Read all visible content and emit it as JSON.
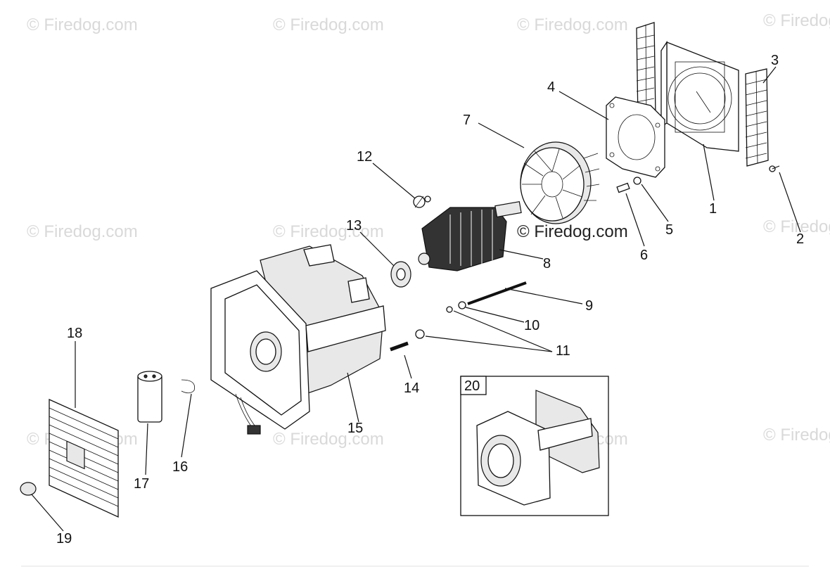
{
  "watermark": "© Firedog.com",
  "center_watermark": "© Firedog.com",
  "callouts": [
    "1",
    "2",
    "3",
    "4",
    "5",
    "6",
    "7",
    "8",
    "9",
    "10",
    "11",
    "12",
    "13",
    "14",
    "15",
    "16",
    "17",
    "18",
    "19",
    "20"
  ],
  "inset_label": "20"
}
